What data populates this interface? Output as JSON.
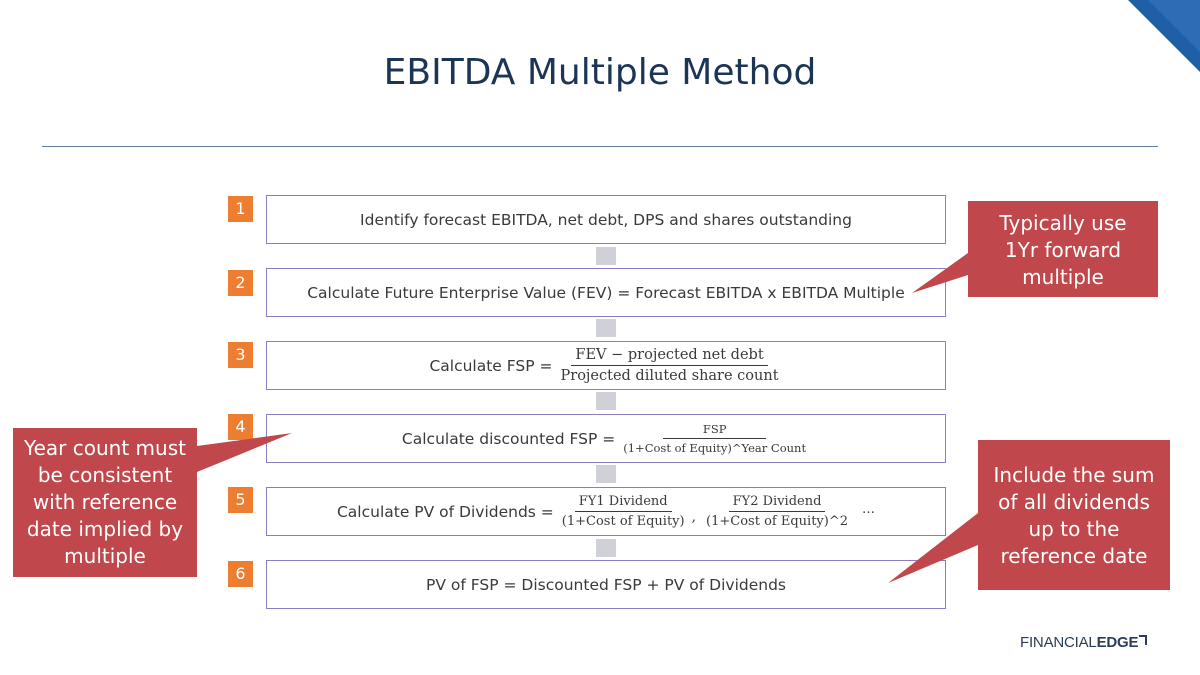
{
  "title": "EBITDA Multiple Method",
  "colors": {
    "title": "#1c3557",
    "step_badge": "#ed7d31",
    "step_border": "#8e7cc3",
    "connector": "#d0d0d9",
    "callout": "#c0474b",
    "corner": "#1f5fa6"
  },
  "steps": [
    {
      "number": "1",
      "text": "Identify forecast EBITDA, net debt, DPS and shares outstanding"
    },
    {
      "number": "2",
      "text": "Calculate Future Enterprise Value (FEV) = Forecast EBITDA x EBITDA Multiple"
    },
    {
      "number": "3",
      "label": "Calculate FSP =",
      "numerator": "FEV − projected net debt",
      "denominator": "Projected diluted share count"
    },
    {
      "number": "4",
      "label": "Calculate discounted FSP =",
      "numerator": "FSP",
      "denominator": "(1+Cost of Equity)^Year Count"
    },
    {
      "number": "5",
      "label": "Calculate PV of Dividends =",
      "fraction1": {
        "numerator": "FY1 Dividend",
        "denominator": "(1+Cost of Equity)"
      },
      "separator": ",",
      "fraction2": {
        "numerator": "FY2 Dividend",
        "denominator": "(1+Cost of Equity)^2"
      },
      "ellipsis": "…"
    },
    {
      "number": "6",
      "text": "PV of FSP = Discounted FSP + PV of Dividends"
    }
  ],
  "callouts": [
    {
      "lines": [
        "Typically use",
        "1Yr forward",
        "multiple"
      ]
    },
    {
      "lines": [
        "Year count must",
        "be consistent",
        "with reference",
        "date implied by",
        "multiple"
      ]
    },
    {
      "lines": [
        "Include the sum",
        "of all dividends",
        "up to the",
        "reference date"
      ]
    }
  ],
  "logo": {
    "part1": "FINANCIAL",
    "part2": "EDGE"
  }
}
